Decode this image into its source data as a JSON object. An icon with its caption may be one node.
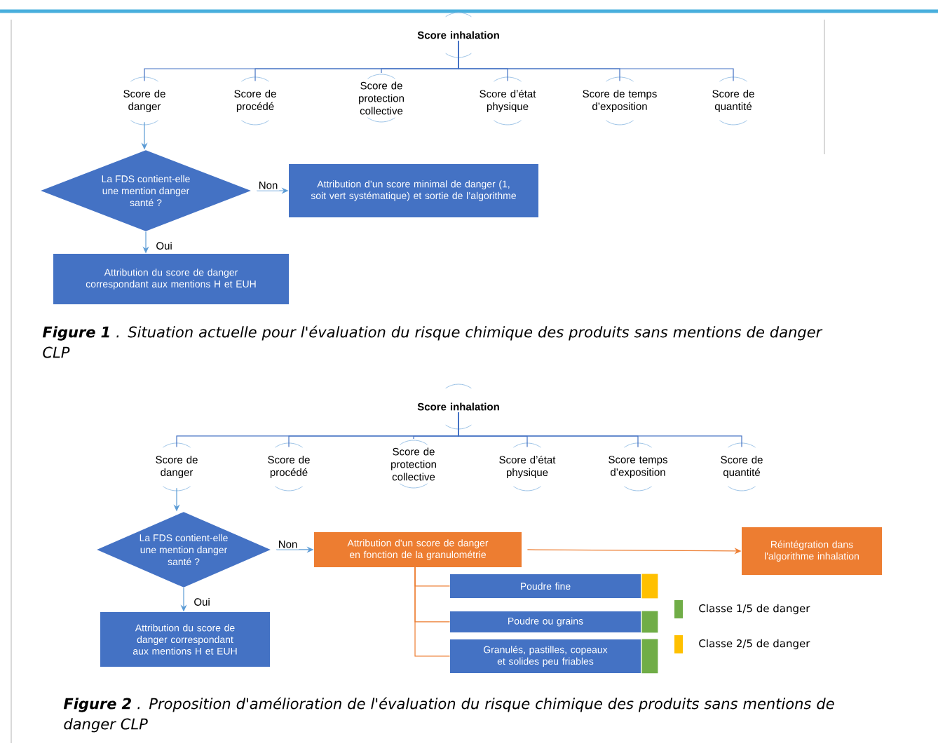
{
  "diagram": {
    "nodes": [
      {
        "text": [
          "Score inhalation"
        ]
      },
      {
        "text": [
          "Score de danger"
        ]
      },
      {
        "text": [
          "Score de procédé"
        ]
      },
      {
        "text": [
          "Score de protection collective"
        ]
      },
      {
        "text": [
          "Score d’état physique"
        ]
      },
      {
        "text": [
          "Score de temps d’exposition"
        ]
      },
      {
        "text": [
          "Score de quantité"
        ]
      },
      {
        "text": [
          "La FDS contient-elle une mention danger santé ?"
        ]
      },
      {
        "text": [
          "Attribution d’un score minimal de danger (1, soit vert systématique) et sortie de l’algorithme"
        ]
      },
      {
        "text": [
          "Attribution du score de danger correspondant aux mentions H et EUH"
        ]
      },
      {
        "text": [
          "Score inhalation"
        ]
      },
      {
        "text": [
          "Score de danger"
        ]
      },
      {
        "text": [
          "Score de procédé"
        ]
      },
      {
        "text": [
          "Score de protection collective"
        ]
      },
      {
        "text": [
          "Score d’état physique"
        ]
      },
      {
        "text": [
          "Score temps d’exposition"
        ]
      },
      {
        "text": [
          "Score de quantité"
        ]
      },
      {
        "text": [
          "La FDS contient-elle une mention danger santé ?"
        ]
      },
      {
        "text": [
          "Attribution d'un score de danger en fonction de la granulométrie"
        ]
      },
      {
        "text": [
          "Réintégration dans l'algorithme inhalation"
        ]
      },
      {
        "text": [
          "Poudre fine"
        ]
      },
      {
        "text": [
          "Poudre ou grains"
        ]
      },
      {
        "text": [
          "Granulés, pastilles, copeaux et solides peu friables"
        ]
      },
      {
        "text": [
          "Attribution du score de danger correspondant aux mentions H et EUH"
        ]
      }
    ],
    "edges": [
      {
        "from": 0,
        "to": 1,
        "arrow": "none"
      },
      {
        "from": 0,
        "to": 2,
        "arrow": "none"
      },
      {
        "from": 0,
        "to": 3,
        "arrow": "none"
      },
      {
        "from": 0,
        "to": 4,
        "arrow": "none"
      },
      {
        "from": 0,
        "to": 5,
        "arrow": "none"
      },
      {
        "from": 0,
        "to": 6,
        "arrow": "none"
      },
      {
        "from": 1,
        "to": 7,
        "arrow": "to"
      },
      {
        "from": 7,
        "to": 8,
        "arrow": "to",
        "label": "Non"
      },
      {
        "from": 7,
        "to": 9,
        "arrow": "to",
        "label": "Oui"
      },
      {
        "from": 10,
        "to": 11,
        "arrow": "none"
      },
      {
        "from": 10,
        "to": 12,
        "arrow": "none"
      },
      {
        "from": 10,
        "to": 13,
        "arrow": "none"
      },
      {
        "from": 10,
        "to": 14,
        "arrow": "none"
      },
      {
        "from": 10,
        "to": 15,
        "arrow": "none"
      },
      {
        "from": 10,
        "to": 16,
        "arrow": "none"
      },
      {
        "from": 11,
        "to": 17,
        "arrow": "to"
      },
      {
        "from": 17,
        "to": 18,
        "arrow": "to",
        "label": "Non"
      },
      {
        "from": 17,
        "to": 23,
        "arrow": "to",
        "label": "Oui"
      },
      {
        "from": 18,
        "to": 19,
        "arrow": "to",
        "color": "#ed7d31"
      },
      {
        "from": 18,
        "to": 20,
        "arrow": "none",
        "color": "#ed7d31"
      },
      {
        "from": 18,
        "to": 21,
        "arrow": "none",
        "color": "#ed7d31"
      },
      {
        "from": 18,
        "to": 22,
        "arrow": "none",
        "color": "#ed7d31"
      }
    ],
    "labels": [
      "**Figure 1** . Situation actuelle pour l'évaluation du risque chimique des produits sans mentions de danger CLP",
      "**Figure 2** . Proposition d'amélioration de l'évaluation du risque chimique des produits sans mentions de danger CLP"
    ],
    "legend": [
      {
        "text": "Classe 1/5 de danger",
        "color": "#70ad47"
      },
      {
        "text": "Classe 2/5 de danger",
        "color": "#ffc000"
      }
    ]
  }
}
